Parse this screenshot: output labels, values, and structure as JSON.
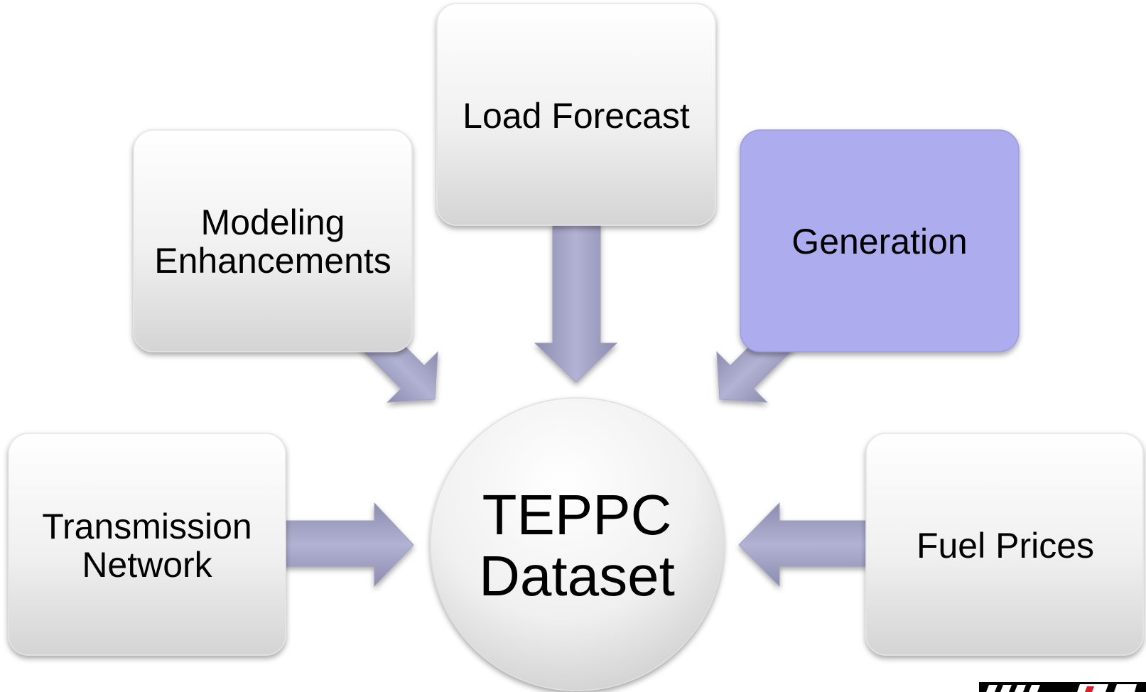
{
  "diagram": {
    "center": {
      "line1": "TEPPC",
      "line2": "Dataset"
    },
    "inputs": {
      "load_forecast": "Load Forecast",
      "modeling_line1": "Modeling",
      "modeling_line2": "Enhancements",
      "generation": "Generation",
      "transmission_line1": "Transmission",
      "transmission_line2": "Network",
      "fuel_prices": "Fuel Prices"
    }
  },
  "colors": {
    "box_gradient_top": "#ffffff",
    "box_gradient_bottom": "#d6d6d6",
    "highlight_box": "#adacee",
    "arrow": "#9a9ac0"
  }
}
